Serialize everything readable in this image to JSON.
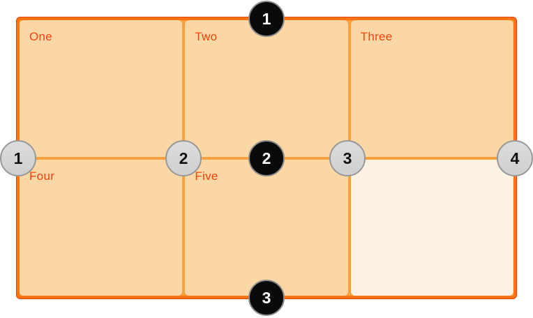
{
  "diagram": {
    "cells": [
      {
        "label": "One"
      },
      {
        "label": "Two"
      },
      {
        "label": "Three"
      },
      {
        "label": "Four"
      },
      {
        "label": "Five"
      },
      {
        "label": ""
      }
    ],
    "row_line_markers": [
      {
        "label": "1"
      },
      {
        "label": "2"
      },
      {
        "label": "3"
      }
    ],
    "column_line_markers": [
      {
        "label": "1"
      },
      {
        "label": "2"
      },
      {
        "label": "3"
      },
      {
        "label": "4"
      }
    ],
    "colors": {
      "container_border": "#FF7315",
      "container_border_outline": "#DD480D",
      "grid_line": "#F9A03F",
      "cell_fill": "#FCD7A6",
      "empty_cell_fill": "#FDF2E2",
      "cell_label_text": "#F4440F",
      "row_marker_fill": "#0A0A0A",
      "row_marker_text": "#FFFFFF",
      "column_marker_fill": "#D6D6D6",
      "column_marker_text": "#111111",
      "marker_ring": "#8D8D8D"
    }
  }
}
